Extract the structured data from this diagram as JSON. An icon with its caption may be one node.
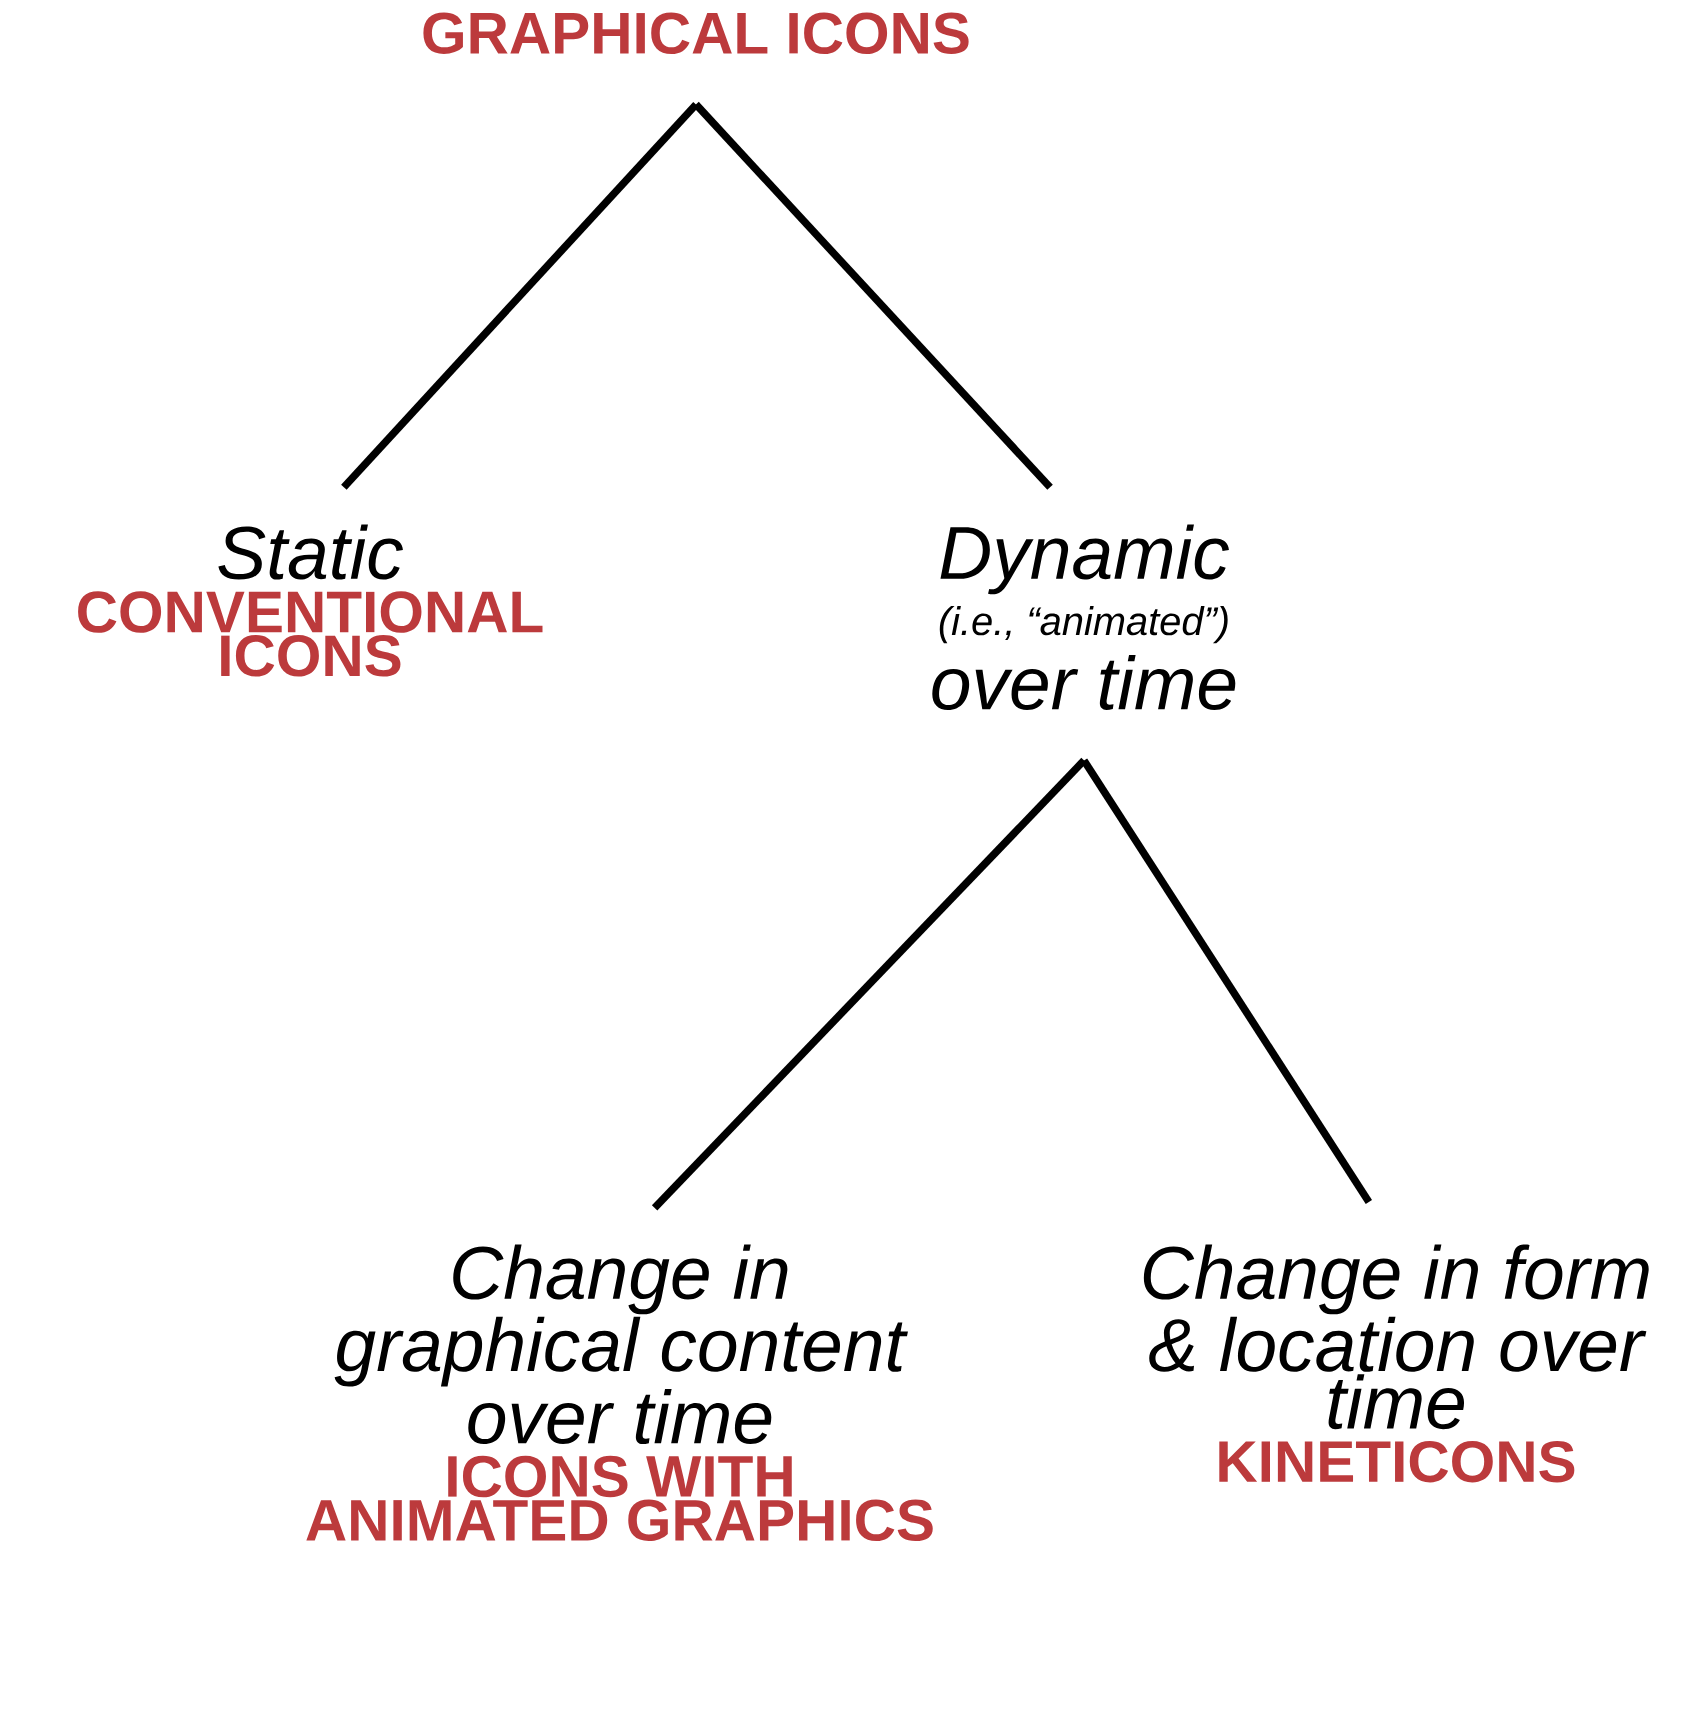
{
  "diagram": {
    "nodes": [
      {
        "text": [
          "GRAPHICAL ICONS"
        ]
      },
      {
        "text": [
          "Static",
          "CONVENTIONAL ICONS"
        ]
      },
      {
        "text": [
          "Dynamic",
          "(i.e., “animated”)",
          "over time"
        ]
      },
      {
        "text": [
          "Change in graphical content over time",
          "ICONS WITH ANIMATED GRAPHICS"
        ]
      },
      {
        "text": [
          "Change in form & location over time",
          "KINETICONS"
        ]
      }
    ],
    "edges": [
      {
        "from": 0,
        "to": 1,
        "arrow": "none"
      },
      {
        "from": 0,
        "to": 2,
        "arrow": "none"
      },
      {
        "from": 2,
        "to": 3,
        "arrow": "none"
      },
      {
        "from": 2,
        "to": 4,
        "arrow": "none"
      }
    ]
  }
}
